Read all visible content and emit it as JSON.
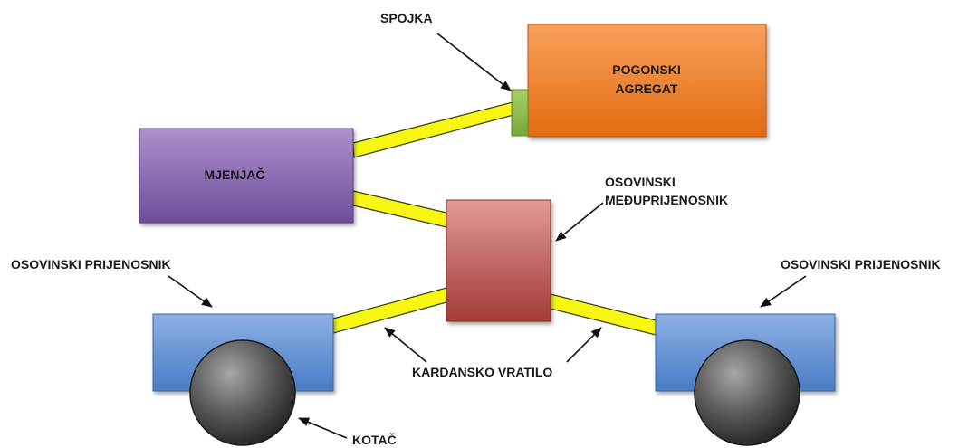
{
  "labels": {
    "spojka": "SPOJKA",
    "pogonski_agregat_1": "POGONSKI",
    "pogonski_agregat_2": "AGREGAT",
    "mjenjac": "MJENJAČ",
    "medjuprijenosnik_1": "OSOVINSKI",
    "medjuprijenosnik_2": "MEĐUPRIJENOSNIK",
    "prijenosnik_left": "OSOVINSKI PRIJENOSNIK",
    "prijenosnik_right": "OSOVINSKI PRIJENOSNIK",
    "kardansko_vratilo": "KARDANSKO VRATILO",
    "kotac": "KOTAČ"
  },
  "colors": {
    "engine_top": "#f8a15c",
    "engine_bottom": "#e46b10",
    "clutch": "#8fbf4f",
    "gearbox_top": "#ae8fcc",
    "gearbox_bottom": "#6c4d99",
    "transfer_top": "#e29a98",
    "transfer_bottom": "#a33b37",
    "axle_top": "#8bb0e4",
    "axle_bottom": "#4a7cc4",
    "shaft": "#f7f713",
    "wheel_light": "#9a9a9a",
    "wheel_dark": "#262626"
  }
}
